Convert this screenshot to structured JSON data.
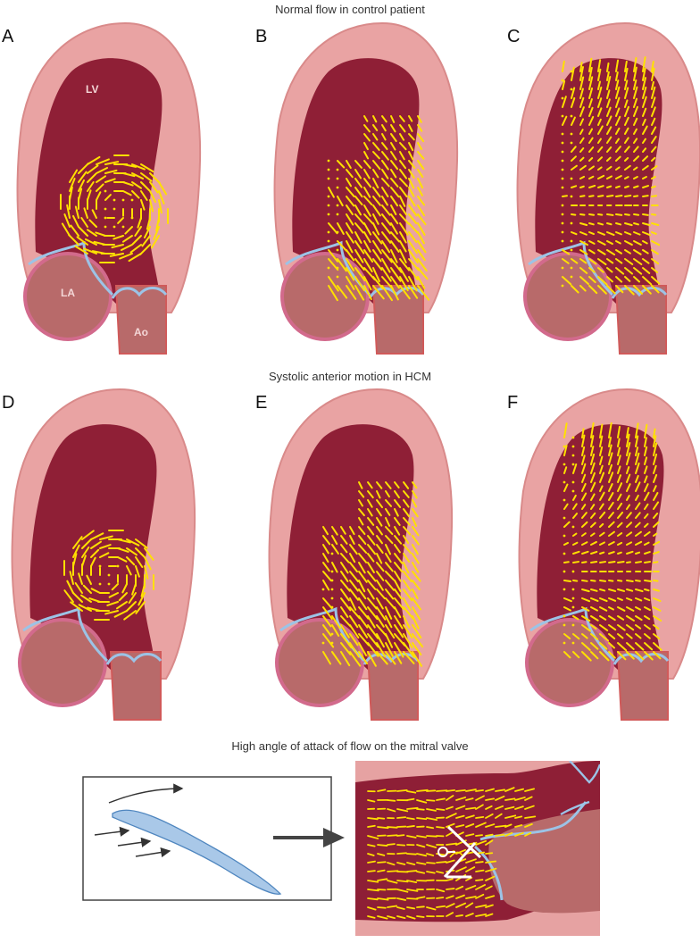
{
  "captions": {
    "row1": "Normal flow in control patient",
    "row2": "Systolic anterior motion in HCM",
    "row3": "High angle of attack of flow on the mitral valve"
  },
  "panels": [
    {
      "letter": "A",
      "flow": "vortex"
    },
    {
      "letter": "B",
      "flow": "diagonal"
    },
    {
      "letter": "C",
      "flow": "outflow"
    },
    {
      "letter": "D",
      "flow": "vortex-small"
    },
    {
      "letter": "E",
      "flow": "diagonal"
    },
    {
      "letter": "F",
      "flow": "outflow"
    }
  ],
  "chamber_labels": {
    "lv": "LV",
    "la": "LA",
    "ao": "Ao"
  },
  "colors": {
    "myocardium": "#e9a3a3",
    "cavity": "#8f1f36",
    "atrium": "#b86a6a",
    "valve": "#9cc3e6",
    "vector": "#ffe000",
    "rim": "#d26a8c"
  }
}
